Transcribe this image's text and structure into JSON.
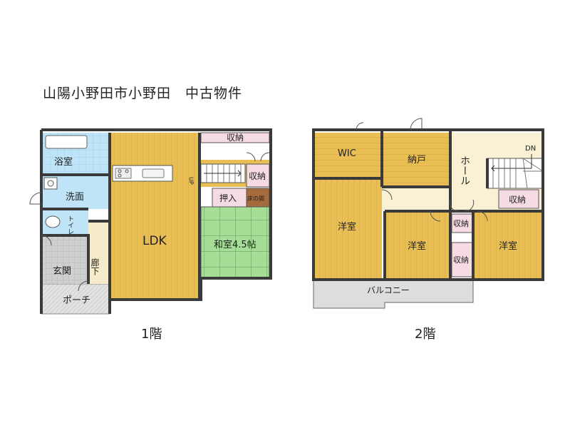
{
  "title": "山陽小野田市小野田　中古物件",
  "floor1": {
    "label": "1階",
    "rooms": {
      "bath": "浴室",
      "washroom": "洗面",
      "toilet": "トイレ",
      "entrance": "玄関",
      "hallway": "廊下",
      "porch": "ポーチ",
      "ldk": "LDK",
      "storage_top": "収納",
      "storage_stair": "収納",
      "oshiire": "押入",
      "tokonoma": "床の間",
      "washitsu": "和室4.5帖",
      "stairs_up": "UP"
    }
  },
  "floor2": {
    "label": "2階",
    "rooms": {
      "wic": "WIC",
      "nando": "納戸",
      "hall": "ホール",
      "stairs_down": "DN",
      "storage_right": "収納",
      "western_left": "洋室",
      "western_mid": "洋室",
      "western_right": "洋室",
      "storage_mid_upper": "収納",
      "storage_mid_lower": "収納",
      "balcony": "バルコニー"
    }
  },
  "colors": {
    "wood_floor": "#E8BE55",
    "wood_line": "#D4A640",
    "tile_bath": "#BFE4F7",
    "storage_pink": "#F6DCE2",
    "tatami_green": "#A6DE98",
    "hall_cream": "#FAF1D4",
    "hallway_beige": "#F6EBCB",
    "entrance_gray": "#CCCCCC",
    "wall": "#3A3A3A"
  }
}
